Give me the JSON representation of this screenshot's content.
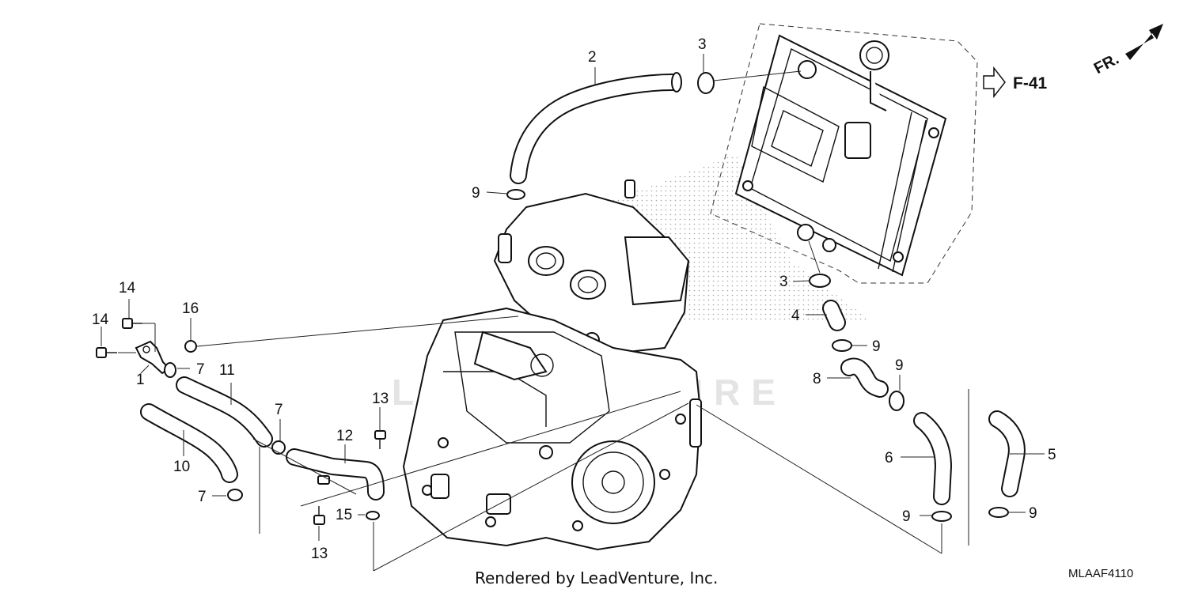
{
  "reference": {
    "label": "F-41"
  },
  "direction": {
    "label": "FR."
  },
  "watermark": {
    "text": "LEADVENTURE"
  },
  "footer": {
    "rendered_by": "Rendered by LeadVenture, Inc.",
    "diagram_code": "MLAAF4110"
  },
  "callouts": {
    "c1": "1",
    "c2": "2",
    "c3_top": "3",
    "c3_mid": "3",
    "c4": "4",
    "c5": "5",
    "c6": "6",
    "c7_a": "7",
    "c7_b": "7",
    "c7_c": "7",
    "c8": "8",
    "c9_top": "9",
    "c9_mid": "9",
    "c9_mid2": "9",
    "c9_hose6": "9",
    "c9_hose5": "9",
    "c10": "10",
    "c11": "11",
    "c12": "12",
    "c13_top": "13",
    "c13_bottom": "13",
    "c14_top": "14",
    "c14_left": "14",
    "c15": "15",
    "c16": "16"
  }
}
